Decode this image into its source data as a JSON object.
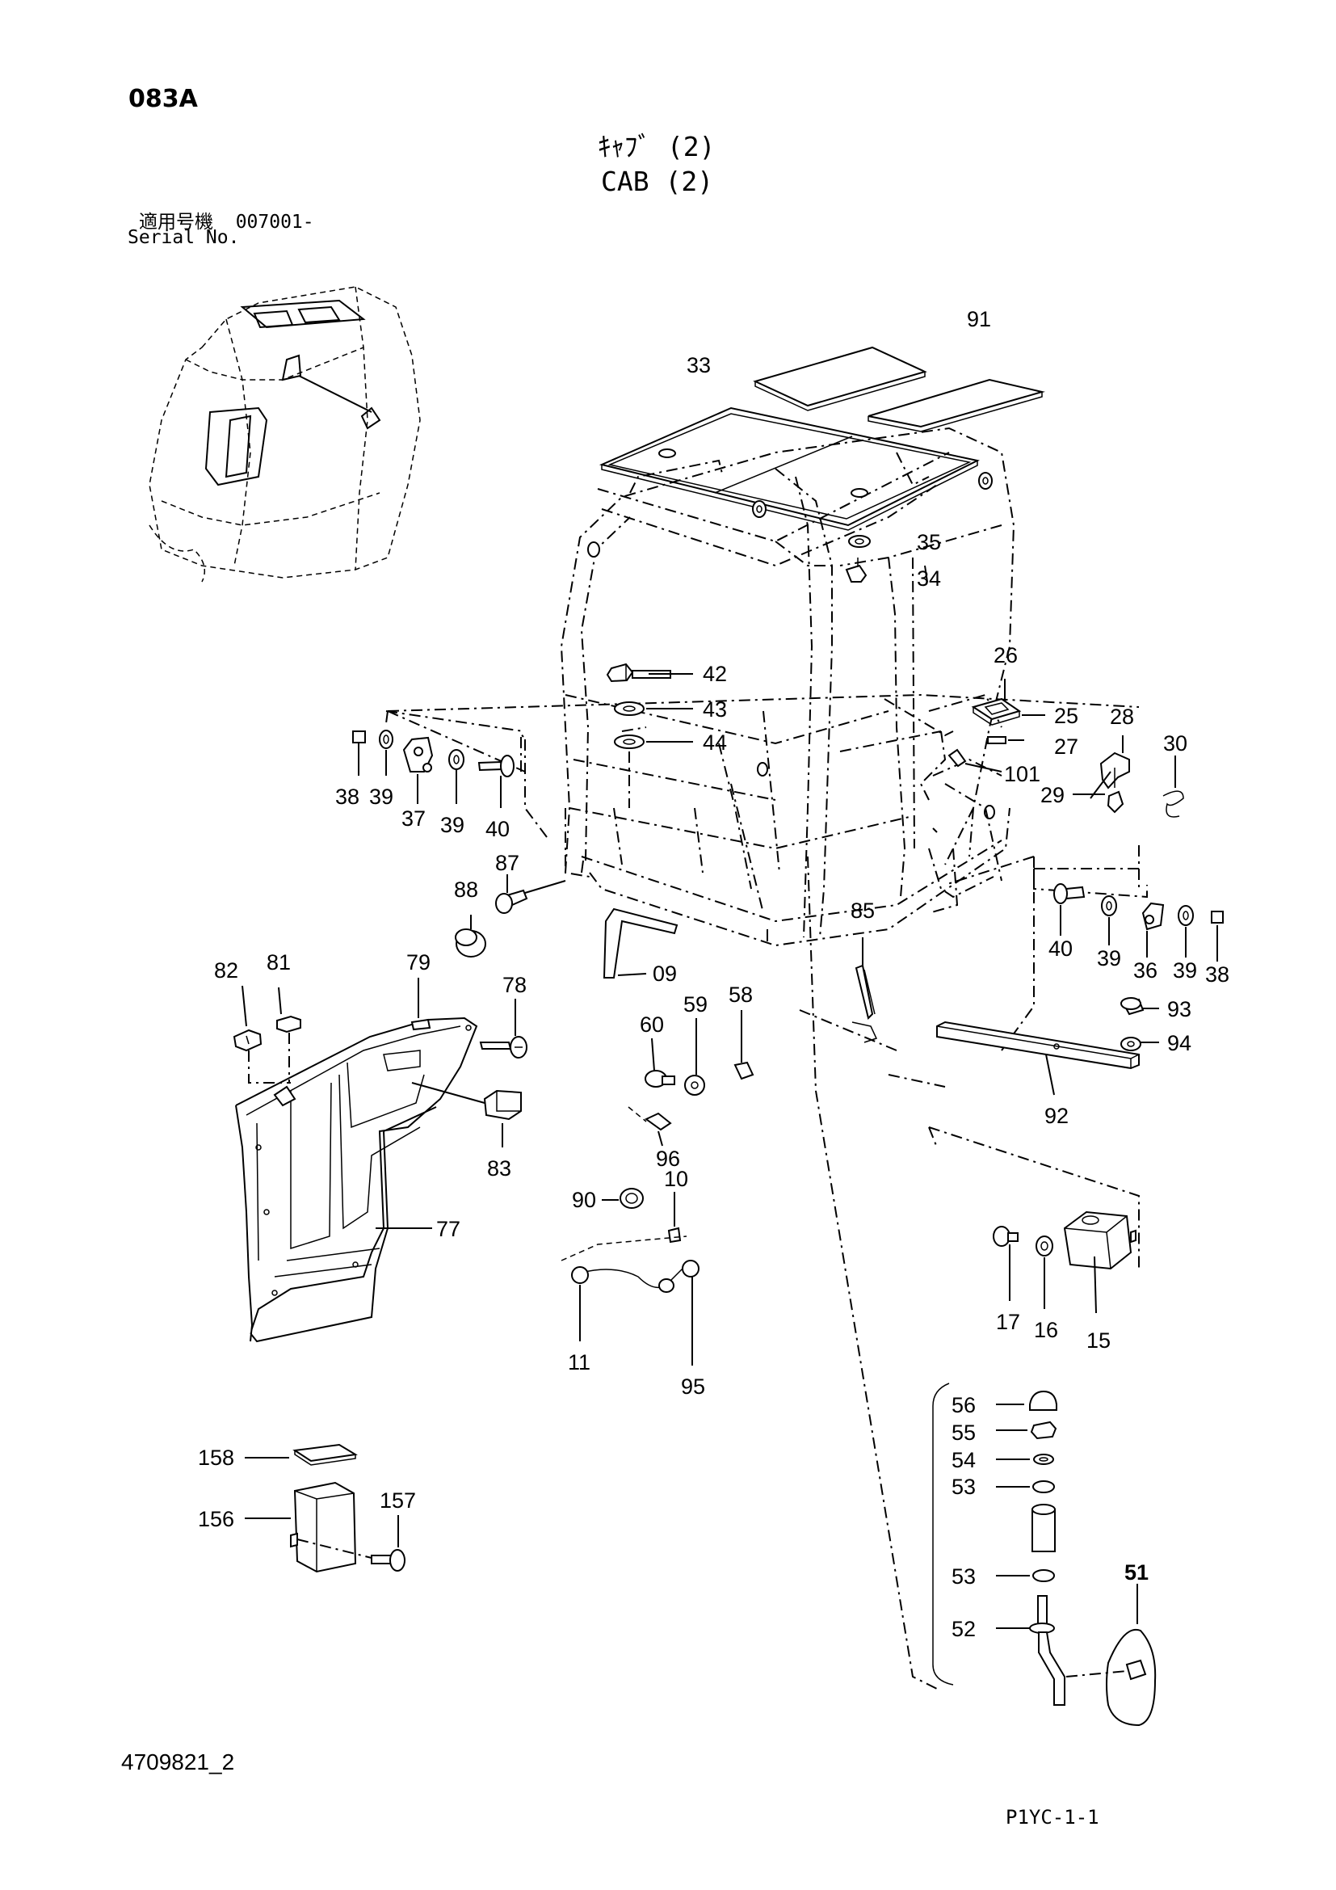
{
  "header": {
    "code": "083A",
    "title_jp": "ｷｬﾌﾞ (2)",
    "title_en": "CAB (2)",
    "serial_label_jp": "適用号機  007001-",
    "serial_label_en": "Serial No."
  },
  "footer": {
    "document_number": "4709821_2",
    "page_ref": "P1YC-1-1"
  },
  "callouts": {
    "c91": "91",
    "c33": "33",
    "c35": "35",
    "c34": "34",
    "c42": "42",
    "c43": "43",
    "c44": "44",
    "c26": "26",
    "c25": "25",
    "c27": "27",
    "c28": "28",
    "c30": "30",
    "c29": "29",
    "c101": "101",
    "c38a": "38",
    "c39a": "39",
    "c37": "37",
    "c39b": "39",
    "c40a": "40",
    "c88": "88",
    "c87": "87",
    "c85": "85",
    "c40b": "40",
    "c39c": "39",
    "c36": "36",
    "c39d": "39",
    "c38b": "38",
    "c93": "93",
    "c94": "94",
    "c92": "92",
    "c82": "82",
    "c81": "81",
    "c79": "79",
    "c78": "78",
    "c09": "09",
    "c58": "58",
    "c60": "60",
    "c59": "59",
    "c96": "96",
    "c83": "83",
    "c90": "90",
    "c10": "10",
    "c77": "77",
    "c11": "11",
    "c95": "95",
    "c17": "17",
    "c16": "16",
    "c15": "15",
    "c56": "56",
    "c55": "55",
    "c54": "54",
    "c53a": "53",
    "c53b": "53",
    "c52": "52",
    "c51": "51",
    "c158": "158",
    "c156": "156",
    "c157": "157"
  }
}
